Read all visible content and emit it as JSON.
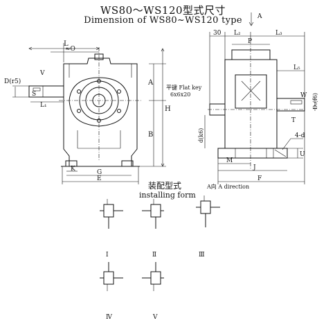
{
  "title_cn": "WS80～WS120型式尺寸",
  "title_en": "Dimension of WS80~WS120 type",
  "install_title_cn": "装配型式",
  "install_title_en": "installing form",
  "direction_label": "A向 A direction",
  "direction_arrow_label": "A",
  "flat_key_label": "平键 Flat key",
  "flat_key_size": "6x6x20",
  "front_view": {
    "L": "L",
    "O": "≈O",
    "D_r5": "D(r5)",
    "V": "V",
    "S": "S",
    "L1": "L₁",
    "H": "H",
    "A": "A",
    "B": "B",
    "K": "K",
    "G": "G",
    "E": "E"
  },
  "side_view": {
    "d30": "30",
    "L2": "L₂",
    "L3": "L₃",
    "P": "P",
    "L5": "L₅",
    "W": "W",
    "T": "T",
    "D1": "D₁(f6)",
    "d_k6": "d(k6)",
    "four_d": "4-d",
    "U": "U",
    "M": "M",
    "J": "J",
    "F": "F"
  },
  "forms": [
    "Ⅰ",
    "Ⅱ",
    "Ⅲ",
    "Ⅳ",
    "Ⅴ"
  ]
}
